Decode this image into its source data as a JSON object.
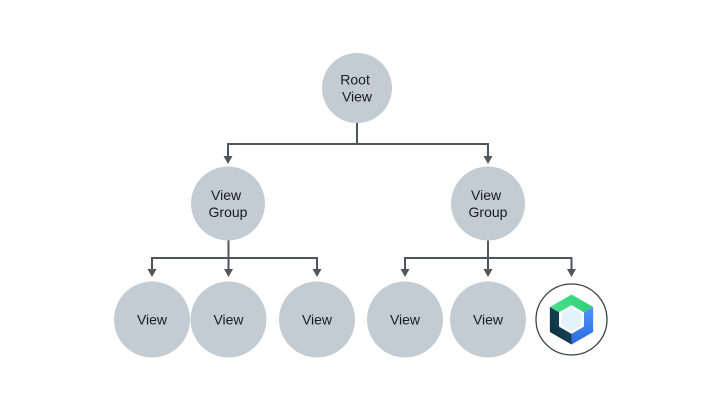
{
  "nodes": {
    "root": {
      "lines": [
        "Root",
        "View"
      ]
    },
    "left_group": {
      "lines": [
        "View",
        "Group"
      ]
    },
    "right_group": {
      "lines": [
        "View",
        "Group"
      ]
    },
    "left_children": [
      "View",
      "View",
      "View"
    ],
    "right_children": [
      "View",
      "View"
    ],
    "compose": {
      "icon": "jetpack-compose-logo"
    }
  },
  "colors": {
    "background": "#ffffff",
    "node_fill": "#c3ccd2",
    "connector": "#4e555b",
    "text": "#1a1c1e",
    "compose_ring": "#3b4043",
    "compose_green_light": "#4be08f",
    "compose_green_dark": "#2dcf74",
    "compose_blue_light": "#4e93f8",
    "compose_blue_dark": "#2c6ce0",
    "compose_navy_light": "#1d5066",
    "compose_navy_dark": "#0a2b3a",
    "compose_center_fill": "#e4f2fc",
    "compose_center_rim": "#ffffff"
  }
}
